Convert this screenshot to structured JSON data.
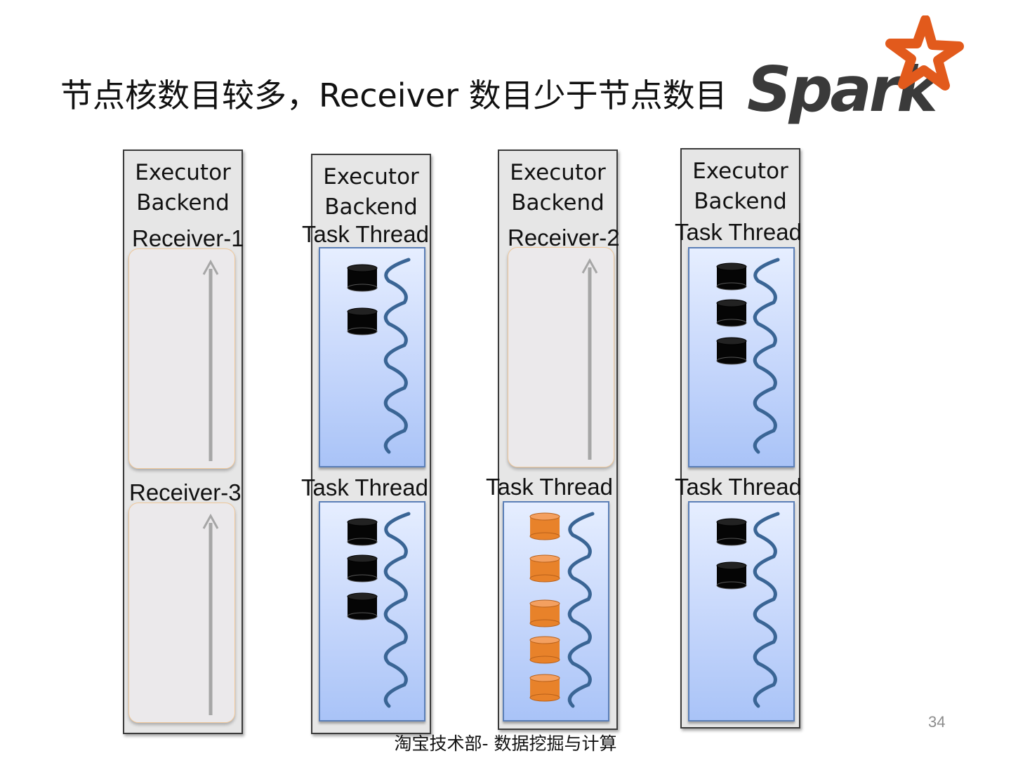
{
  "slide": {
    "title": "节点核数目较多，Receiver 数目少于节点数目",
    "footer": "淘宝技术部- 数据挖掘与计算",
    "page_number": "34",
    "logo_text": "Spark"
  },
  "nodes": [
    {
      "executor_label": "Executor Backend",
      "slots": [
        {
          "kind": "receiver",
          "label": "Receiver-1"
        },
        {
          "kind": "receiver",
          "label": "Receiver-3"
        }
      ]
    },
    {
      "executor_label": "Executor Backend",
      "slots": [
        {
          "kind": "task",
          "label": "Task Thread",
          "blocks": 2,
          "block_color": "black"
        },
        {
          "kind": "task",
          "label": "Task Thread",
          "blocks": 3,
          "block_color": "black"
        }
      ]
    },
    {
      "executor_label": "Executor Backend",
      "slots": [
        {
          "kind": "receiver",
          "label": "Receiver-2"
        },
        {
          "kind": "task",
          "label": "Task Thread",
          "blocks": 5,
          "block_color": "orange"
        }
      ]
    },
    {
      "executor_label": "Executor Backend",
      "slots": [
        {
          "kind": "task",
          "label": "Task Thread",
          "blocks": 3,
          "block_color": "black"
        },
        {
          "kind": "task",
          "label": "Task Thread",
          "blocks": 2,
          "block_color": "black"
        }
      ]
    }
  ],
  "colors": {
    "thread_wave": "#3a6595",
    "orange_block": "#e8822a",
    "black_block": "#050505",
    "logo_star": "#e25a1c",
    "logo_text": "#3a3a3a",
    "receiver_arrow": "#a6a6a6"
  }
}
